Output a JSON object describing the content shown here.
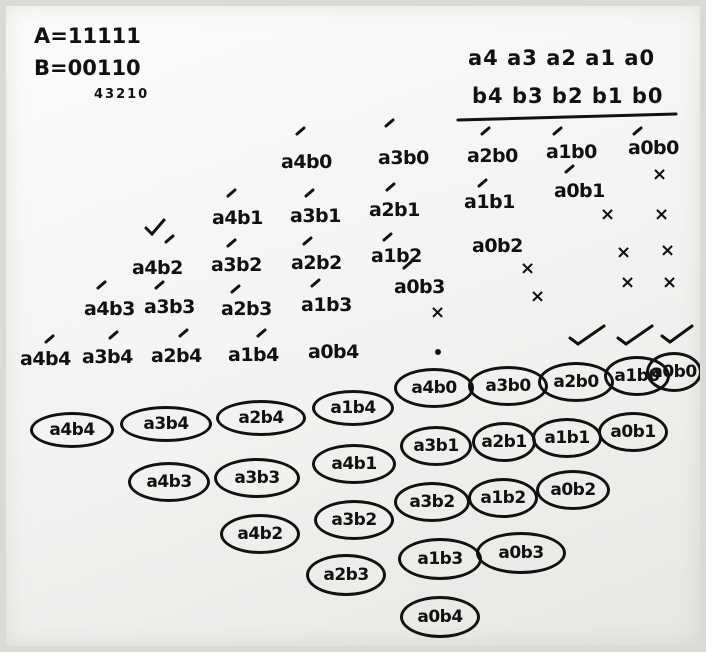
{
  "board": {
    "a_line": "A=11111",
    "b_line": "B=00110",
    "index_line": "43210",
    "header_a": "a4 a3 a2 a1 a0",
    "header_b": "b4 b3 b2 b1 b0"
  },
  "grid": {
    "row1": [
      "a4b0",
      "a3b0",
      "a2b0",
      "a1b0",
      "a0b0"
    ],
    "row2": [
      "a4b1",
      "a3b1",
      "a2b1",
      "a1b1",
      "a0b1",
      "×"
    ],
    "row3": [
      "a4b2",
      "a3b2",
      "a2b2",
      "a1b2",
      "a0b2",
      "×",
      "×"
    ],
    "row4": [
      "a4b3",
      "a3b3",
      "a2b3",
      "a1b3",
      "a0b3",
      "×",
      "×",
      "×"
    ],
    "row5": [
      "a4b4",
      "a3b4",
      "a2b4",
      "a1b4",
      "a0b4",
      "×",
      "×",
      "×",
      "×"
    ]
  },
  "circles": {
    "row1": [
      "a4b4",
      "a3b4",
      "a2b4",
      "a1b4",
      "a4b0",
      "a3b0",
      "a2b0",
      "a1b0",
      "a0b0"
    ],
    "row2": [
      "a4b3",
      "a3b3",
      "a4b1",
      "a3b1",
      "a2b1",
      "a1b1",
      "a0b1"
    ],
    "row3": [
      "a4b2",
      "a3b2",
      "a3b2",
      "a1b2",
      "a0b2"
    ],
    "row4": [
      "a2b3",
      "a1b3",
      "a0b3"
    ],
    "row5": [
      "a0b4"
    ]
  }
}
